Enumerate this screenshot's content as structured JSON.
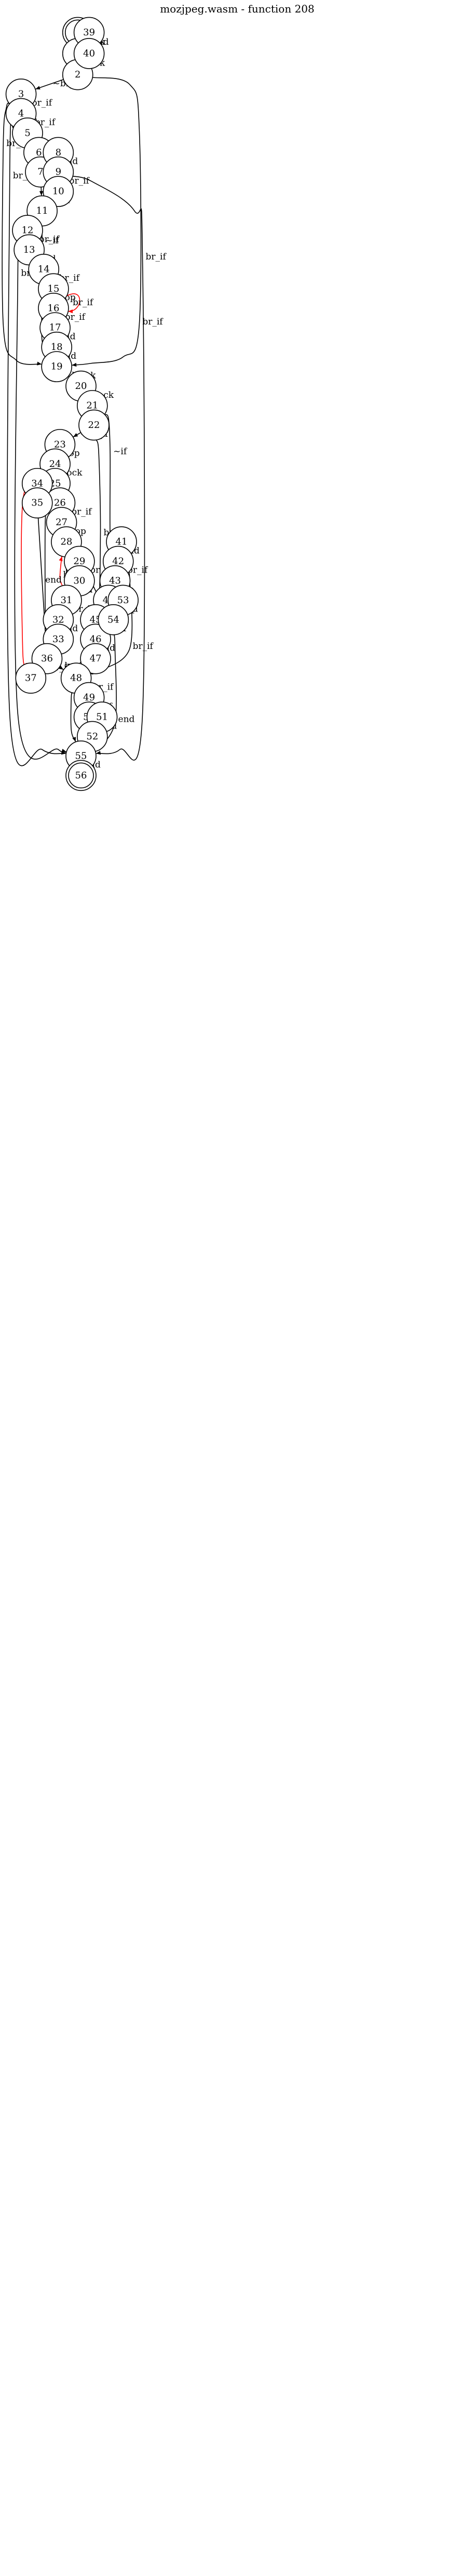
{
  "title": "mozjpeg.wasm - function 208",
  "colors": {
    "normal": "#000000",
    "back_edge": "#ff0000"
  },
  "nodes": [
    {
      "id": "0",
      "shape": "doublecircle"
    },
    {
      "id": "1"
    },
    {
      "id": "2"
    },
    {
      "id": "3"
    },
    {
      "id": "4"
    },
    {
      "id": "5"
    },
    {
      "id": "6"
    },
    {
      "id": "7"
    },
    {
      "id": "8"
    },
    {
      "id": "9"
    },
    {
      "id": "10"
    },
    {
      "id": "11"
    },
    {
      "id": "12"
    },
    {
      "id": "13"
    },
    {
      "id": "14"
    },
    {
      "id": "15"
    },
    {
      "id": "16"
    },
    {
      "id": "17"
    },
    {
      "id": "18"
    },
    {
      "id": "19"
    },
    {
      "id": "20"
    },
    {
      "id": "21"
    },
    {
      "id": "22"
    },
    {
      "id": "23"
    },
    {
      "id": "24"
    },
    {
      "id": "25"
    },
    {
      "id": "26"
    },
    {
      "id": "27"
    },
    {
      "id": "28"
    },
    {
      "id": "29"
    },
    {
      "id": "30"
    },
    {
      "id": "31"
    },
    {
      "id": "32"
    },
    {
      "id": "33"
    },
    {
      "id": "34"
    },
    {
      "id": "35"
    },
    {
      "id": "36"
    },
    {
      "id": "37"
    },
    {
      "id": "39"
    },
    {
      "id": "40"
    },
    {
      "id": "41"
    },
    {
      "id": "42"
    },
    {
      "id": "43"
    },
    {
      "id": "44"
    },
    {
      "id": "45"
    },
    {
      "id": "46"
    },
    {
      "id": "47"
    },
    {
      "id": "48"
    },
    {
      "id": "49"
    },
    {
      "id": "50"
    },
    {
      "id": "51"
    },
    {
      "id": "52"
    },
    {
      "id": "53"
    },
    {
      "id": "54"
    },
    {
      "id": "55"
    },
    {
      "id": "56",
      "shape": "doublecircle"
    }
  ],
  "edges": [
    {
      "from": "0",
      "to": "1",
      "label": "block"
    },
    {
      "from": "39",
      "to": "40",
      "label": "end"
    },
    {
      "from": "1",
      "to": "2",
      "label": "block"
    },
    {
      "from": "2",
      "to": "3",
      "label": "~br_if"
    },
    {
      "from": "2",
      "to": "19",
      "label": "br_if"
    },
    {
      "from": "3",
      "to": "4",
      "label": "~br_if"
    },
    {
      "from": "3",
      "to": "19",
      "label": "br_if"
    },
    {
      "from": "4",
      "to": "5",
      "label": "~br_if"
    },
    {
      "from": "4",
      "to": "55",
      "label": "br_if"
    },
    {
      "from": "5",
      "to": "6",
      "label": "block"
    },
    {
      "from": "6",
      "to": "7",
      "label": "if"
    },
    {
      "from": "6",
      "to": "9",
      "label": "~if"
    },
    {
      "from": "8",
      "to": "9",
      "label": "end"
    },
    {
      "from": "7",
      "to": "11",
      "label": "br"
    },
    {
      "from": "9",
      "to": "10",
      "label": "~br_if"
    },
    {
      "from": "9",
      "to": "55",
      "label": "br_if"
    },
    {
      "from": "10",
      "to": "11",
      "label": "end"
    },
    {
      "from": "11",
      "to": "12",
      "label": "if"
    },
    {
      "from": "11",
      "to": "14",
      "label": "~if"
    },
    {
      "from": "12",
      "to": "13",
      "label": "~br_if"
    },
    {
      "from": "12",
      "to": "55",
      "label": "br_if"
    },
    {
      "from": "13",
      "to": "14",
      "label": "end"
    },
    {
      "from": "14",
      "to": "15",
      "label": "~br_if"
    },
    {
      "from": "14",
      "to": "19",
      "label": "br_if"
    },
    {
      "from": "15",
      "to": "16",
      "label": "loop"
    },
    {
      "from": "16",
      "to": "16",
      "label": "br_if",
      "back": true
    },
    {
      "from": "16",
      "to": "17",
      "label": "~br_if"
    },
    {
      "from": "17",
      "to": "18",
      "label": "end"
    },
    {
      "from": "18",
      "to": "19",
      "label": "end"
    },
    {
      "from": "19",
      "to": "20",
      "label": "block"
    },
    {
      "from": "20",
      "to": "21",
      "label": "block"
    },
    {
      "from": "21",
      "to": "22",
      "label": "if"
    },
    {
      "from": "21",
      "to": "42",
      "label": "~if"
    },
    {
      "from": "22",
      "to": "23",
      "label": "~br_if"
    },
    {
      "from": "22",
      "to": "48",
      "label": "br_if"
    },
    {
      "from": "23",
      "to": "24",
      "label": "loop"
    },
    {
      "from": "24",
      "to": "25",
      "label": "block"
    },
    {
      "from": "34",
      "to": "35",
      "label": "end"
    },
    {
      "from": "25",
      "to": "35",
      "label": "~if"
    },
    {
      "from": "25",
      "to": "26",
      "label": "if"
    },
    {
      "from": "26",
      "to": "27",
      "label": "~br_if"
    },
    {
      "from": "26",
      "to": "36",
      "label": "br_if"
    },
    {
      "from": "27",
      "to": "28",
      "label": "loop"
    },
    {
      "from": "28",
      "to": "29",
      "label": "if"
    },
    {
      "from": "28",
      "to": "31",
      "label": "~if"
    },
    {
      "from": "29",
      "to": "30",
      "label": "~br_if"
    },
    {
      "from": "29",
      "to": "54",
      "label": "br_if"
    },
    {
      "from": "30",
      "to": "31",
      "label": "end"
    },
    {
      "from": "31",
      "to": "28",
      "label": "br_if",
      "back": true
    },
    {
      "from": "31",
      "to": "32",
      "label": "~br_if"
    },
    {
      "from": "32",
      "to": "33",
      "label": "end"
    },
    {
      "from": "33",
      "to": "36",
      "label": "br"
    },
    {
      "from": "35",
      "to": "36",
      "label": "end"
    },
    {
      "from": "36",
      "to": "37",
      "label": "~br_if"
    },
    {
      "from": "36",
      "to": "48",
      "label": "br_if"
    },
    {
      "from": "37",
      "to": "24",
      "label": "br",
      "back": true
    },
    {
      "from": "41",
      "to": "42",
      "label": "end"
    },
    {
      "from": "42",
      "to": "43",
      "label": "~br_if"
    },
    {
      "from": "42",
      "to": "48",
      "label": "br_if"
    },
    {
      "from": "43",
      "to": "44",
      "label": "loop"
    },
    {
      "from": "44",
      "to": "45",
      "label": "~br_if"
    },
    {
      "from": "44",
      "to": "54",
      "label": "br_if"
    },
    {
      "from": "45",
      "to": "44",
      "label": "br_if",
      "back": true
    },
    {
      "from": "45",
      "to": "46",
      "label": "~br_if"
    },
    {
      "from": "53",
      "to": "54",
      "label": "end"
    },
    {
      "from": "46",
      "to": "47",
      "label": "end"
    },
    {
      "from": "47",
      "to": "48",
      "label": "end"
    },
    {
      "from": "48",
      "to": "49",
      "label": "~br_if"
    },
    {
      "from": "48",
      "to": "55",
      "label": "br_if"
    },
    {
      "from": "49",
      "to": "50",
      "label": "if"
    },
    {
      "from": "49",
      "to": "51",
      "label": "~if"
    },
    {
      "from": "50",
      "to": "52",
      "label": "else"
    },
    {
      "from": "51",
      "to": "52",
      "label": "end"
    },
    {
      "from": "52",
      "to": "55",
      "label": "br"
    },
    {
      "from": "54",
      "to": "55",
      "label": "end"
    },
    {
      "from": "55",
      "to": "56",
      "label": "end"
    }
  ]
}
